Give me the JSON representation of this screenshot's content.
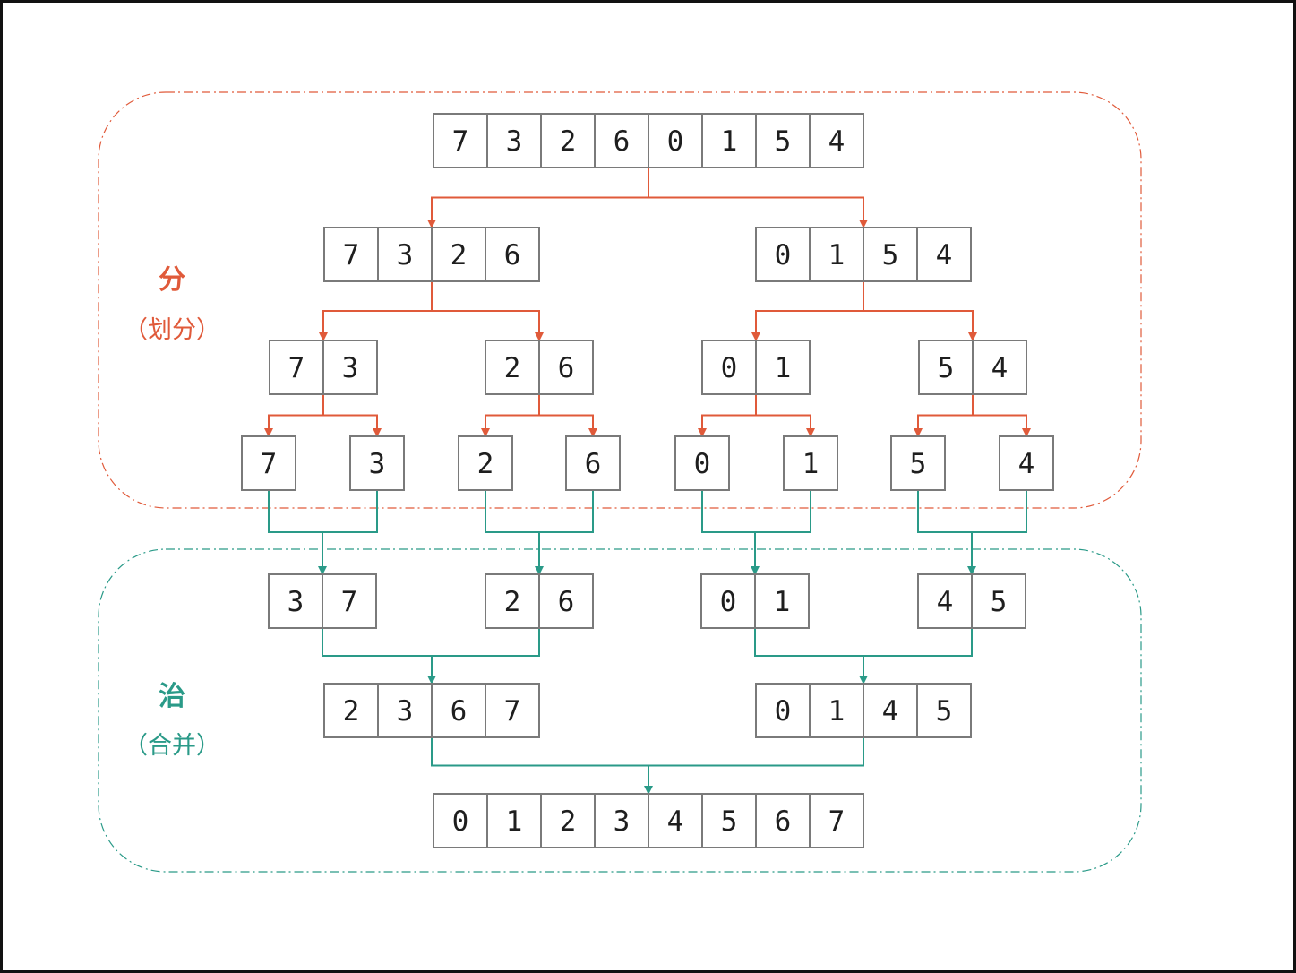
{
  "phases": {
    "divide": {
      "title": "分",
      "subtitle": "（划分）",
      "color": "#e05a3a"
    },
    "conquer": {
      "title": "治",
      "subtitle": "（合并）",
      "color": "#2a9a88"
    }
  },
  "colors": {
    "cell_border": "#7a7a7a",
    "text": "#1e1e1e",
    "frame": "#111111"
  },
  "divide_levels": [
    [
      [
        7,
        3,
        2,
        6,
        0,
        1,
        5,
        4
      ]
    ],
    [
      [
        7,
        3,
        2,
        6
      ],
      [
        0,
        1,
        5,
        4
      ]
    ],
    [
      [
        7,
        3
      ],
      [
        2,
        6
      ],
      [
        0,
        1
      ],
      [
        5,
        4
      ]
    ],
    [
      [
        7
      ],
      [
        3
      ],
      [
        2
      ],
      [
        6
      ],
      [
        0
      ],
      [
        1
      ],
      [
        5
      ],
      [
        4
      ]
    ]
  ],
  "merge_levels": [
    [
      [
        3,
        7
      ],
      [
        2,
        6
      ],
      [
        0,
        1
      ],
      [
        4,
        5
      ]
    ],
    [
      [
        2,
        3,
        6,
        7
      ],
      [
        0,
        1,
        4,
        5
      ]
    ],
    [
      [
        0,
        1,
        2,
        3,
        4,
        5,
        6,
        7
      ]
    ]
  ]
}
